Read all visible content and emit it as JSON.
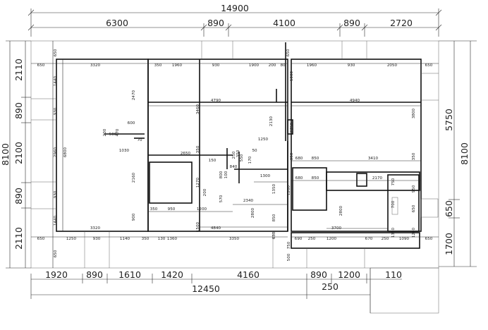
{
  "top": {
    "overall": "14900",
    "segments": [
      "6300",
      "890",
      "4100",
      "890",
      "2720"
    ]
  },
  "bottom": {
    "segments_row1": [
      "1920",
      "890",
      "1610",
      "1420",
      "4160",
      "890",
      "1200",
      "110"
    ],
    "total_left": "12450",
    "extra": "250"
  },
  "left": {
    "overall": "8100",
    "segments": [
      "2110",
      "890",
      "2100",
      "890",
      "2110"
    ]
  },
  "right": {
    "overall": "8100",
    "segments": [
      "5750",
      "650",
      "1700"
    ]
  },
  "rooms": {
    "r1": {
      "top_margin": "650",
      "left_margin": "650",
      "width": "3320",
      "width_bottom": "3320",
      "wall_height": "1440",
      "wall_height_b": "1440",
      "h1": "930",
      "h2": "930",
      "left_total": "6800",
      "mid_height": "2960",
      "bottom_offset": "650",
      "b_seg1": "1250",
      "b_seg2": "930",
      "b_seg3": "1140",
      "b_seg4": "650"
    },
    "r2": {
      "top_350": "350",
      "top_1960": "1960",
      "top_930": "930",
      "top_1900": "1900",
      "top_200": "200",
      "top_80": "80",
      "right_650": "650",
      "gap_2470": "2470",
      "depth_600": "600",
      "depth_500": "500",
      "depth_200": "200",
      "depth_470": "470",
      "w_1030": "1030",
      "w_70": "70",
      "width_4790": "4790",
      "h_3460": "3460",
      "h_350": "350",
      "w_2650": "2650",
      "h_2160": "2160",
      "h_900": "900",
      "w_350b": "350",
      "w_950": "950",
      "w_1200": "1200",
      "b_130": "130",
      "b_1360": "1360",
      "b_350": "350",
      "w_4840": "4840",
      "w_3350": "3350",
      "h_1500": "1500",
      "h_1270": "1270",
      "h_200": "200",
      "h_570": "570",
      "w_150": "150",
      "w_840": "840",
      "h_100": "100",
      "h_800": "800",
      "w_2340": "2340",
      "h_2800": "2800",
      "h_850": "850",
      "h_630": "630",
      "w_1300": "1300",
      "h_1350": "1350",
      "h_2130": "2130",
      "w_1250": "1250",
      "w_50": "50",
      "h_170": "170",
      "w_350c": "350",
      "h_550": "550",
      "h_250": "250"
    },
    "r3": {
      "top_1960": "1960",
      "top_930": "930",
      "top_2050": "2050",
      "right_650": "650",
      "h_1000": "1000",
      "w_4940": "4940",
      "h_3800": "3800",
      "h_2750": "2750",
      "w_680": "680",
      "w_850": "850",
      "w_3410": "3410",
      "h_350": "350",
      "w_680b": "680",
      "w_850b": "850",
      "w_2170": "2170",
      "h_1200": "1200",
      "h_750": "750",
      "h_950": "950",
      "h_700": "700",
      "h_650": "650",
      "h_2800": "2800",
      "w_3700": "3700",
      "b_690": "690",
      "b_250": "250",
      "b_1200": "1200",
      "b_670": "670",
      "b_250c": "250",
      "b_1090": "1090",
      "b_650": "650",
      "h_1350": "1350",
      "h_1200b": "1200",
      "h_500": "500",
      "h_750b": "750"
    }
  }
}
